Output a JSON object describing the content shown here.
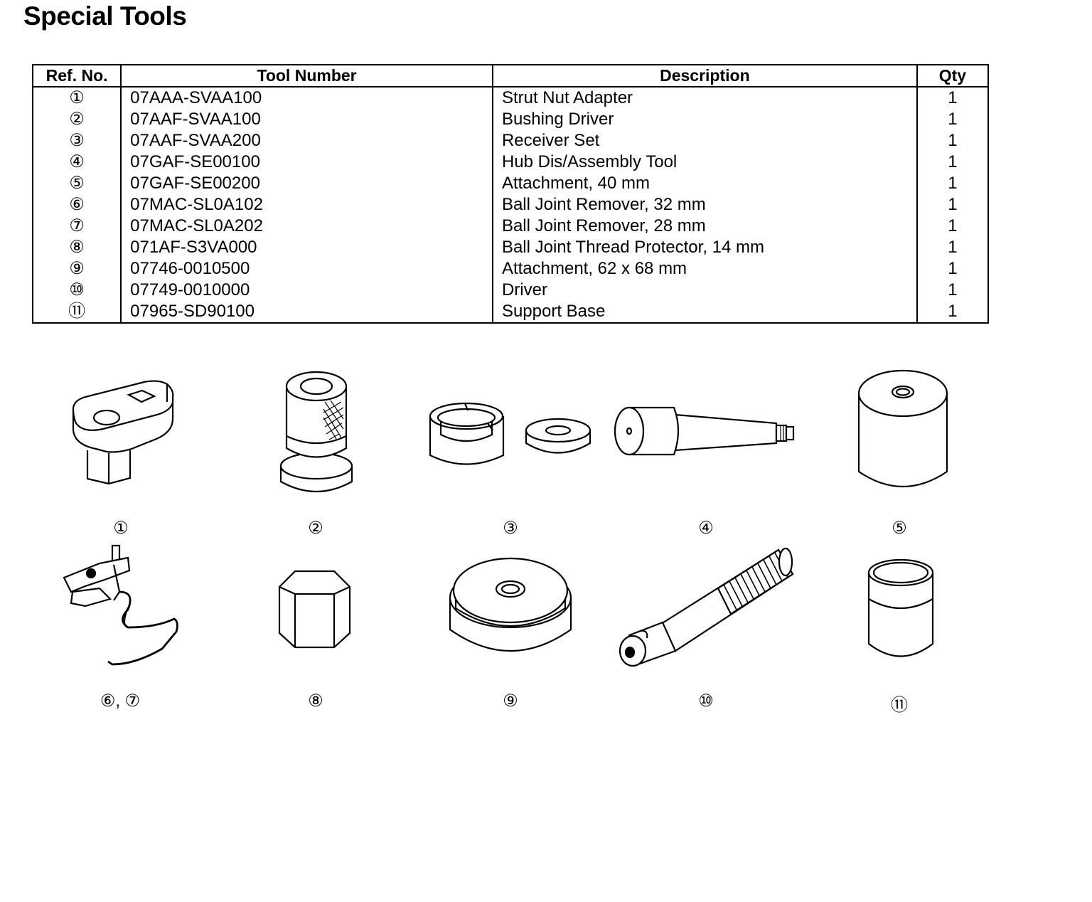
{
  "title": "Special Tools",
  "table": {
    "headers": [
      "Ref. No.",
      "Tool Number",
      "Description",
      "Qty"
    ],
    "rows": [
      {
        "ref": "①",
        "tool_number": "07AAA-SVAA100",
        "description": "Strut Nut Adapter",
        "qty": "1"
      },
      {
        "ref": "②",
        "tool_number": "07AAF-SVAA100",
        "description": "Bushing Driver",
        "qty": "1"
      },
      {
        "ref": "③",
        "tool_number": "07AAF-SVAA200",
        "description": "Receiver Set",
        "qty": "1"
      },
      {
        "ref": "④",
        "tool_number": "07GAF-SE00100",
        "description": "Hub Dis/Assembly Tool",
        "qty": "1"
      },
      {
        "ref": "⑤",
        "tool_number": "07GAF-SE00200",
        "description": "Attachment, 40 mm",
        "qty": "1"
      },
      {
        "ref": "⑥",
        "tool_number": "07MAC-SL0A102",
        "description": "Ball Joint Remover, 32 mm",
        "qty": "1"
      },
      {
        "ref": "⑦",
        "tool_number": "07MAC-SL0A202",
        "description": "Ball Joint Remover, 28 mm",
        "qty": "1"
      },
      {
        "ref": "⑧",
        "tool_number": "071AF-S3VA000",
        "description": "Ball Joint Thread Protector, 14 mm",
        "qty": "1"
      },
      {
        "ref": "⑨",
        "tool_number": "07746-0010500",
        "description": "Attachment, 62 x 68 mm",
        "qty": "1"
      },
      {
        "ref": "⑩",
        "tool_number": "07749-0010000",
        "description": "Driver",
        "qty": "1"
      },
      {
        "ref": "⑪",
        "tool_number": "07965-SD90100",
        "description": "Support Base",
        "qty": "1"
      }
    ]
  },
  "figures": {
    "labels": [
      "①",
      "②",
      "③",
      "④",
      "⑤",
      "⑥, ⑦",
      "⑧",
      "⑨",
      "⑩",
      "⑪"
    ]
  }
}
